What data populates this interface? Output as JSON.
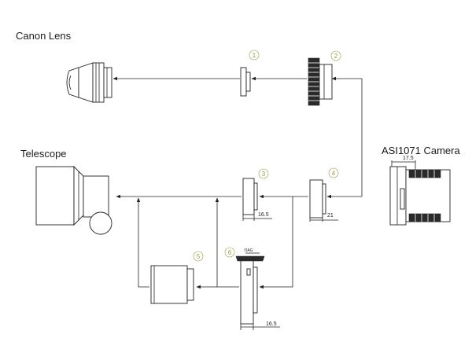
{
  "labels": {
    "canon_lens": "Canon Lens",
    "telescope": "Telescope",
    "camera": "ASI1071 Camera"
  },
  "parts": {
    "p1": "1",
    "p2": "2",
    "p3": "3",
    "p4": "4",
    "p5": "5",
    "p6": "6"
  },
  "dimensions": {
    "camera": "17.5",
    "part3": "16.5",
    "part4": "21",
    "part6": "16.5",
    "oag": "OAG"
  }
}
